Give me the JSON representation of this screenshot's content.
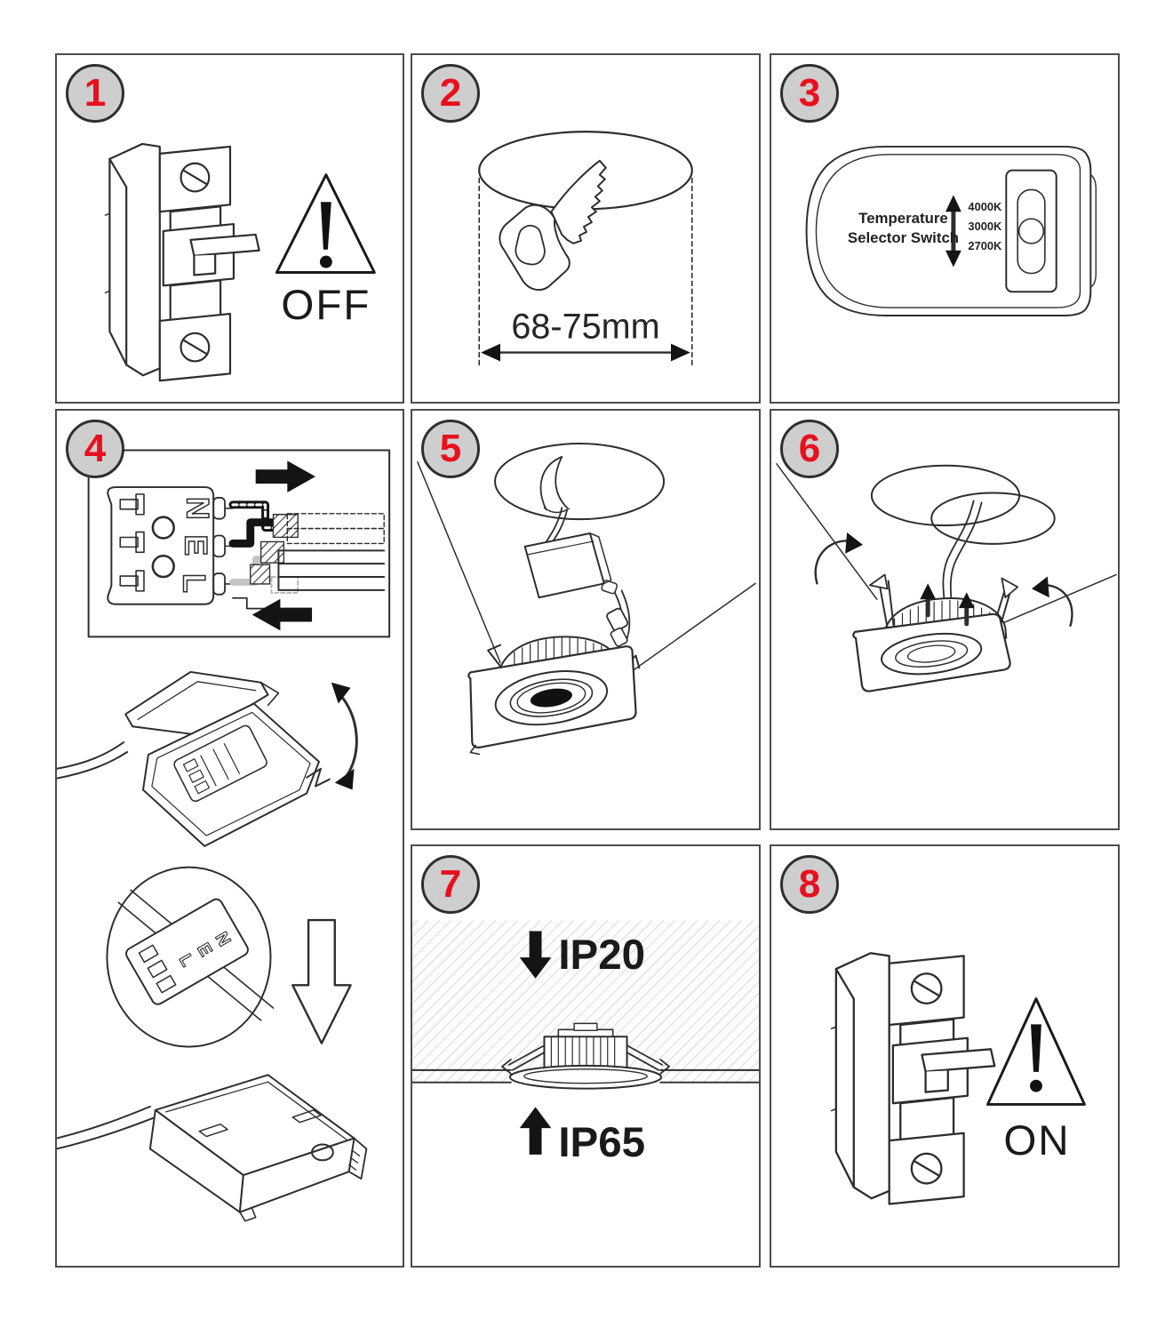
{
  "document": {
    "background": "#ffffff",
    "kind": "numbered installation instruction sheet"
  },
  "colors": {
    "panel_border": "#4c4c4c",
    "line_art": "#2d2d2d",
    "badge_fill": "#cecece",
    "badge_border": "#2f2f2f",
    "badge_number": "#e8101e",
    "arrow_fill": "#141414",
    "hatch_line": "#c9c9c9",
    "text": "#1a1a1a"
  },
  "icons": {
    "warning": "warning-triangle-exclamation",
    "up_down_arrow": "double-headed-vertical-arrow",
    "right_arrow": "solid-right-arrow",
    "left_arrow": "solid-left-arrow",
    "down_arrow": "solid-down-arrow",
    "up_arrow": "solid-up-arrow",
    "rotate_arrows": "curved-rotation-arrows",
    "magnifier": "detail-zoom-circle"
  },
  "steps": {
    "step1": {
      "number": "1",
      "status_label": "OFF"
    },
    "step2": {
      "number": "2",
      "hole_diameter_label": "68-75mm"
    },
    "step3": {
      "number": "3",
      "switch_label": [
        "Temperature",
        "Selector Switch"
      ],
      "temperature_options": [
        "4000K",
        "3000K",
        "2700K"
      ]
    },
    "step4": {
      "number": "4",
      "terminal_labels": [
        "N",
        "E",
        "L"
      ]
    },
    "step5": {
      "number": "5"
    },
    "step6": {
      "number": "6"
    },
    "step7": {
      "number": "7",
      "rating_above_ceiling": "IP20",
      "rating_below_ceiling": "IP65"
    },
    "step8": {
      "number": "8",
      "status_label": "ON"
    }
  }
}
